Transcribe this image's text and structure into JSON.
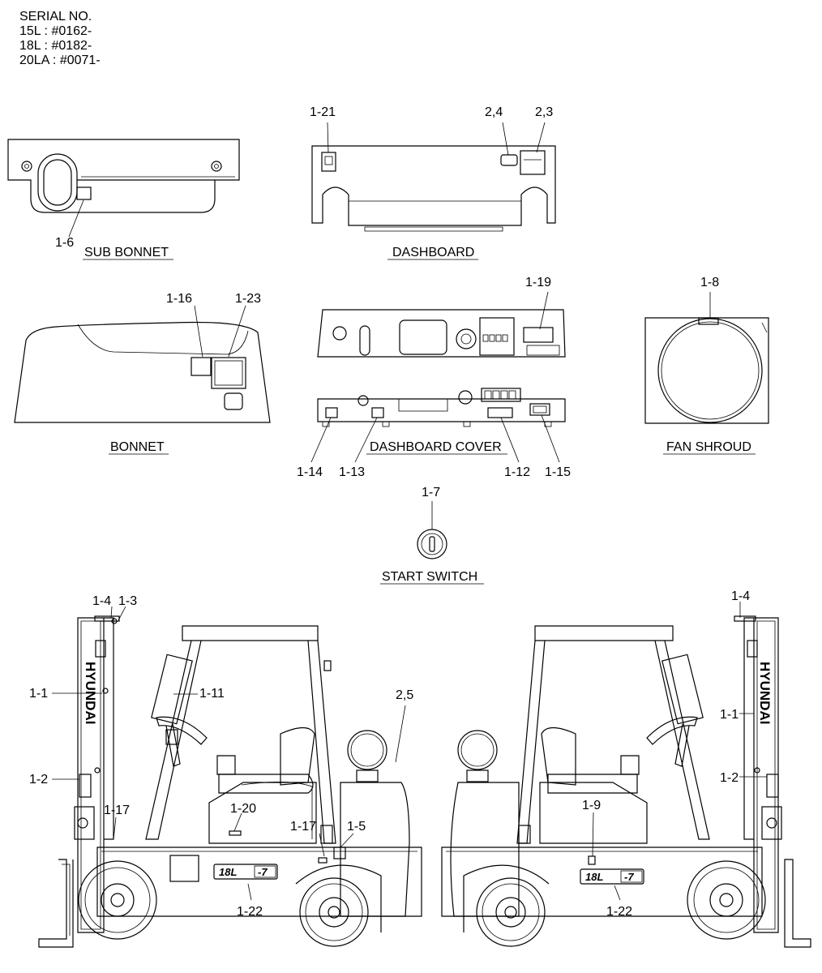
{
  "serial": {
    "heading": "SERIAL NO.",
    "lines": [
      "15L : #0162-",
      "18L : #0182-",
      "20LA : #0071-"
    ]
  },
  "sections": {
    "sub_bonnet": "SUB BONNET",
    "dashboard": "DASHBOARD",
    "bonnet": "BONNET",
    "dashboard_cover": "DASHBOARD COVER",
    "fan_shroud": "FAN SHROUD",
    "start_switch": "START SWITCH"
  },
  "callouts": {
    "c_1_6": "1-6",
    "c_1_21": "1-21",
    "c_2_4": "2,4",
    "c_2_3": "2,3",
    "c_1_16": "1-16",
    "c_1_23": "1-23",
    "c_1_19": "1-19",
    "c_1_8": "1-8",
    "c_1_14": "1-14",
    "c_1_13": "1-13",
    "c_1_12": "1-12",
    "c_1_15": "1-15",
    "c_1_7": "1-7",
    "l_1_4": "1-4",
    "l_1_3": "1-3",
    "l_1_1": "1-1",
    "l_1_11": "1-11",
    "l_2_5": "2,5",
    "l_1_2": "1-2",
    "l_1_17a": "1-17",
    "l_1_20": "1-20",
    "l_1_17b": "1-17",
    "l_1_5": "1-5",
    "l_1_22": "1-22",
    "r_1_4": "1-4",
    "r_1_1": "1-1",
    "r_1_2": "1-2",
    "r_1_9": "1-9",
    "r_1_22": "1-22"
  },
  "decals": {
    "brand": "HYUNDAI",
    "model_a": "18L",
    "model_b": "-7"
  }
}
